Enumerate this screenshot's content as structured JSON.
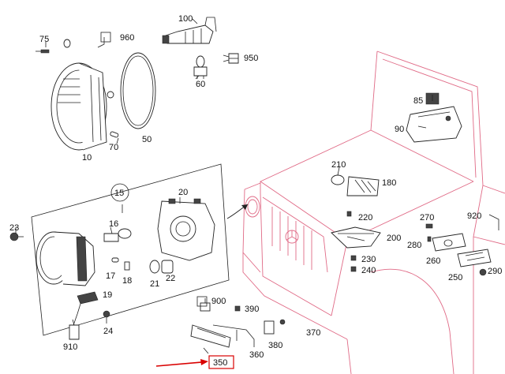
{
  "diagram": {
    "callouts": {
      "c75": "75",
      "c960": "960",
      "c100": "100",
      "c950": "950",
      "c60": "60",
      "c10": "10",
      "c50": "50",
      "c70": "70",
      "c15": "15",
      "c20": "20",
      "c16": "16",
      "c17": "17",
      "c18": "18",
      "c21": "21",
      "c22": "22",
      "c19": "19",
      "c23": "23",
      "c24": "24",
      "c910": "910",
      "c85": "85",
      "c90": "90",
      "c210": "210",
      "c180": "180",
      "c220": "220",
      "c200": "200",
      "c230": "230",
      "c240": "240",
      "c270": "270",
      "c280": "280",
      "c260": "260",
      "c250": "250",
      "c920": "920",
      "c290": "290",
      "c900": "900",
      "c390": "390",
      "c370": "370",
      "c380": "380",
      "c360": "360",
      "c350": "350"
    },
    "colors": {
      "vehicle_outline": "#e06a86",
      "highlight": "#d90000",
      "lines": "#222222"
    }
  }
}
